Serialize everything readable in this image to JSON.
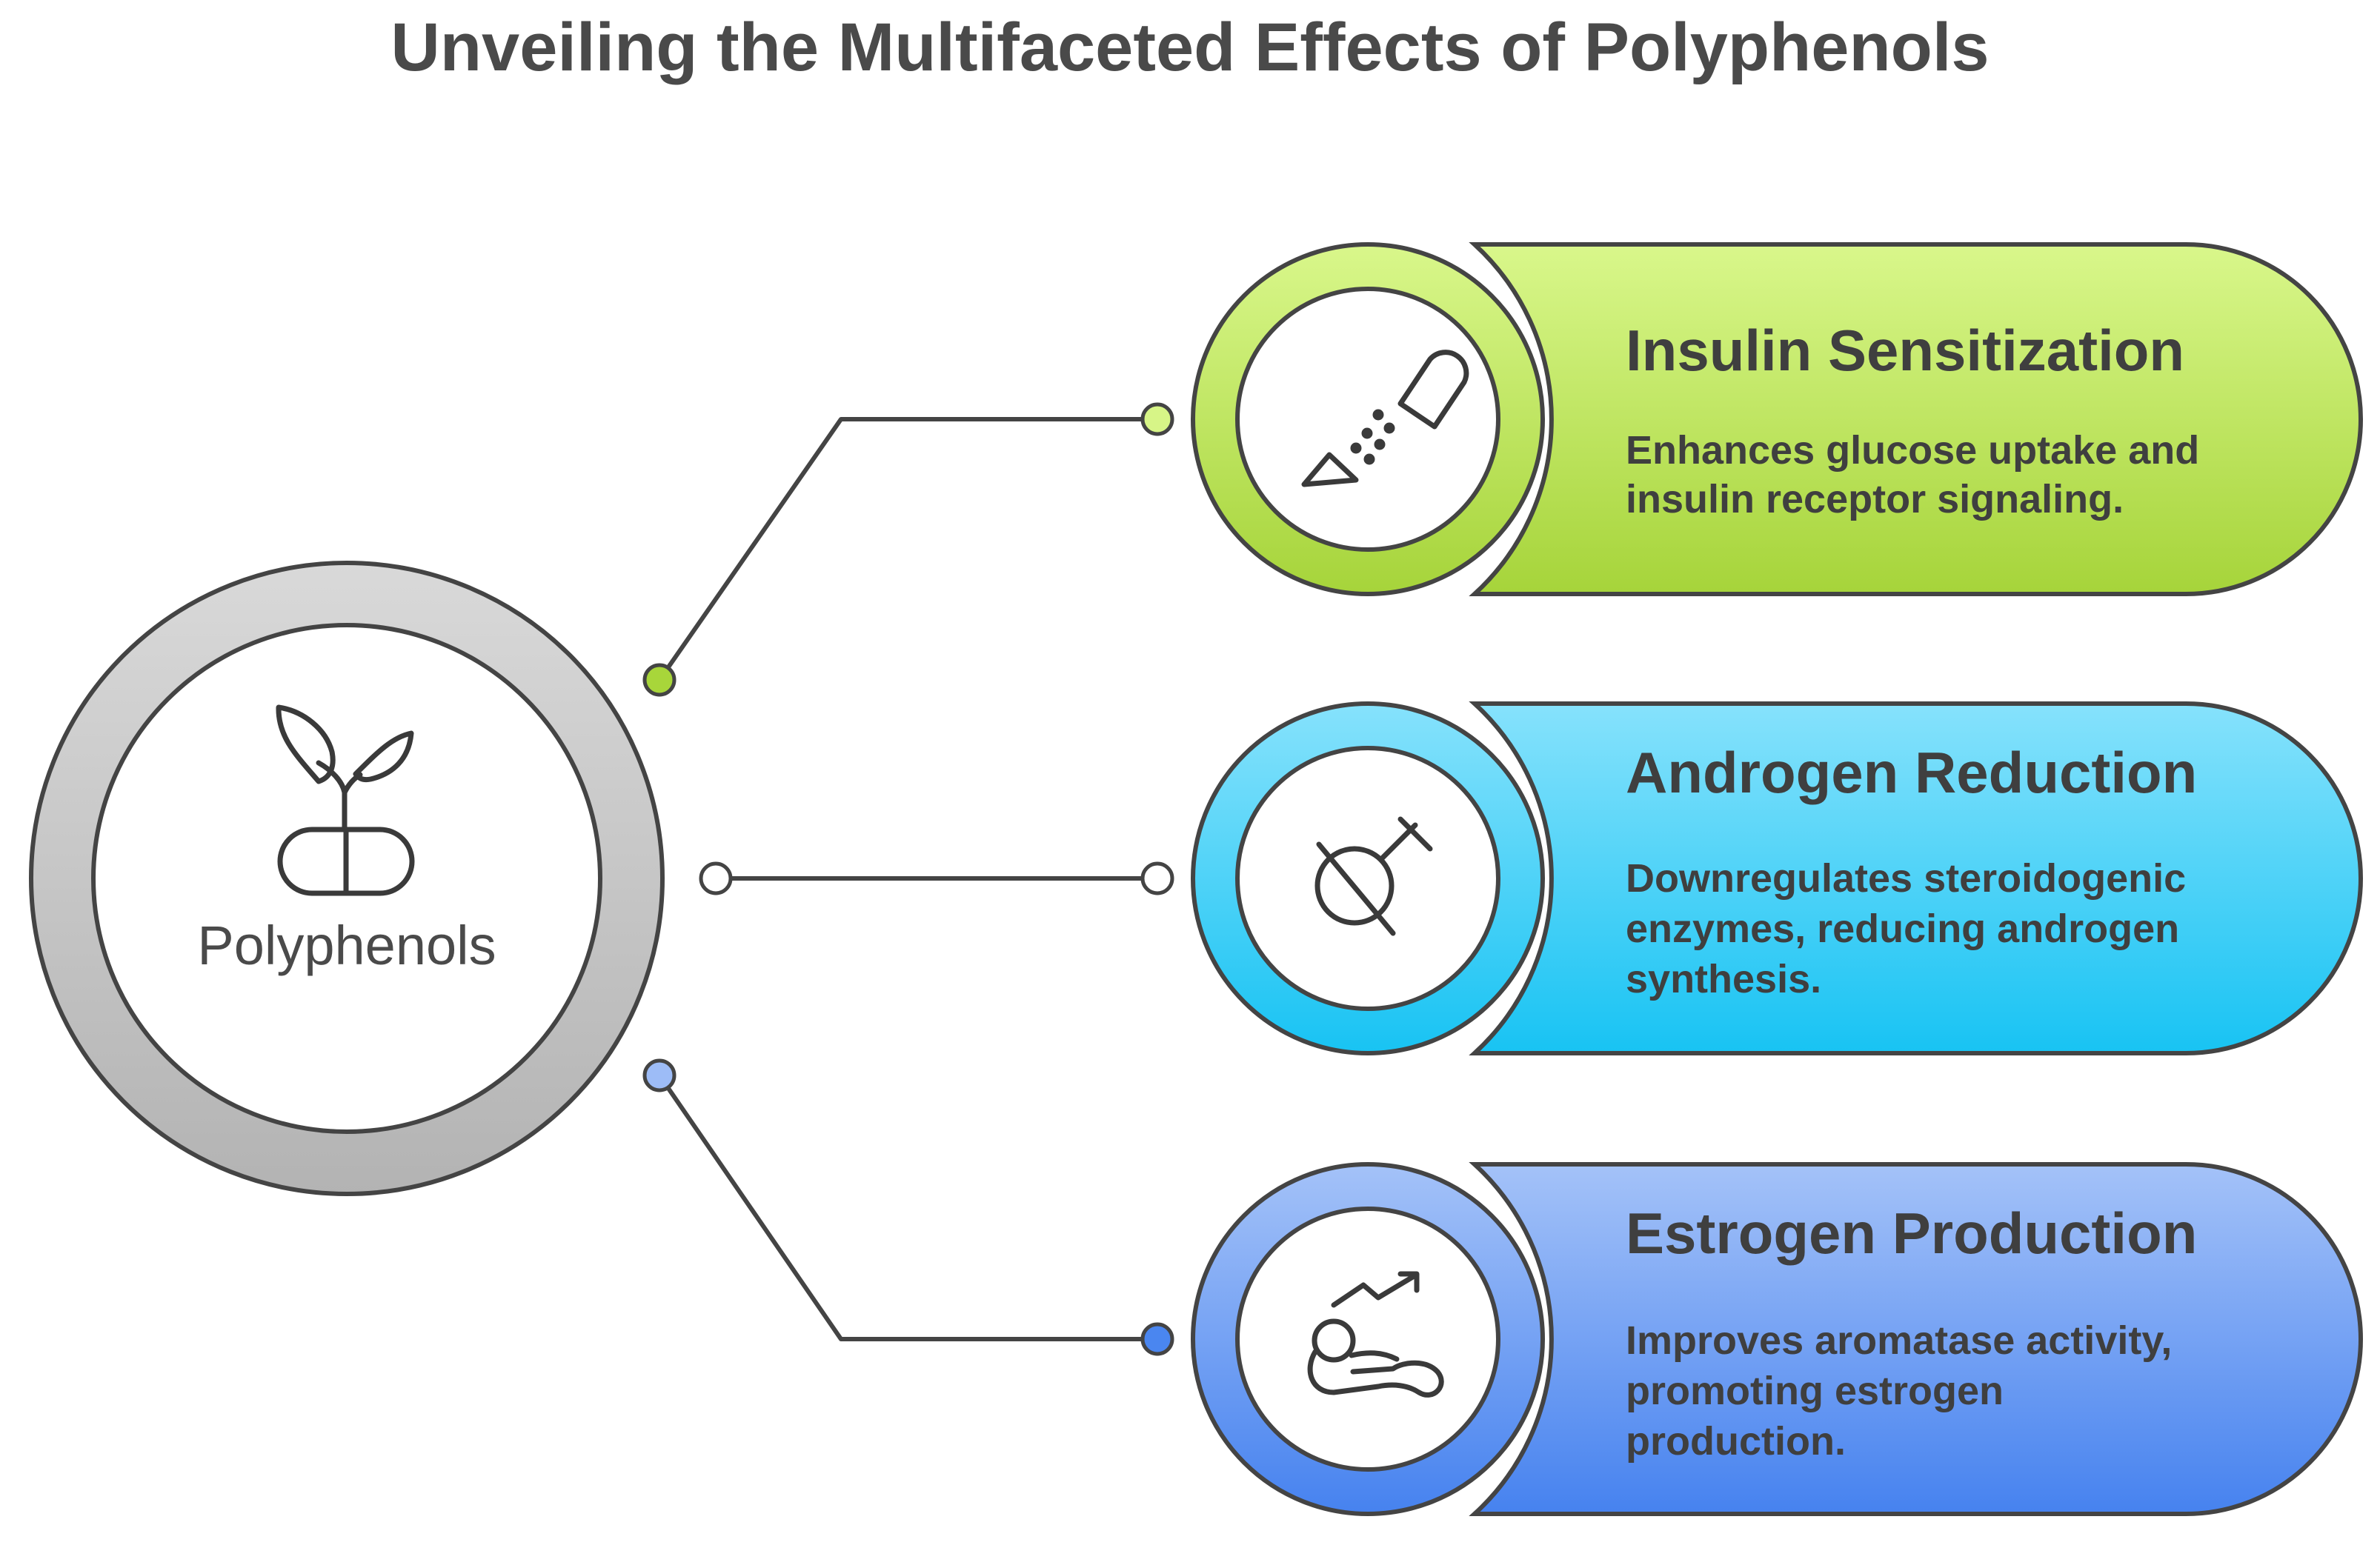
{
  "title": "Unveiling the Multifaceted Effects of Polyphenols",
  "center": {
    "label": "Polyphenols",
    "icon": "plant-capsule-icon"
  },
  "cards": [
    {
      "title": "Insulin Sensitization",
      "desc_lines": [
        "Enhances glucose uptake and",
        "insulin receptor signaling."
      ],
      "icon": "dropper-icon",
      "color": "#a8d63a",
      "color_light": "#d7f587"
    },
    {
      "title": "Androgen Reduction",
      "desc_lines": [
        "Downregulates steroidogenic",
        "enzymes, reducing androgen",
        "synthesis."
      ],
      "icon": "crossed-female-symbol-icon",
      "color": "#1ec8f5",
      "color_light": "#7fe0fb"
    },
    {
      "title": "Estrogen Production",
      "desc_lines": [
        "Improves aromatase activity,",
        "promoting estrogen",
        "production."
      ],
      "icon": "baby-growth-icon",
      "color": "#4a86f0",
      "color_light": "#9dbcf7"
    }
  ]
}
